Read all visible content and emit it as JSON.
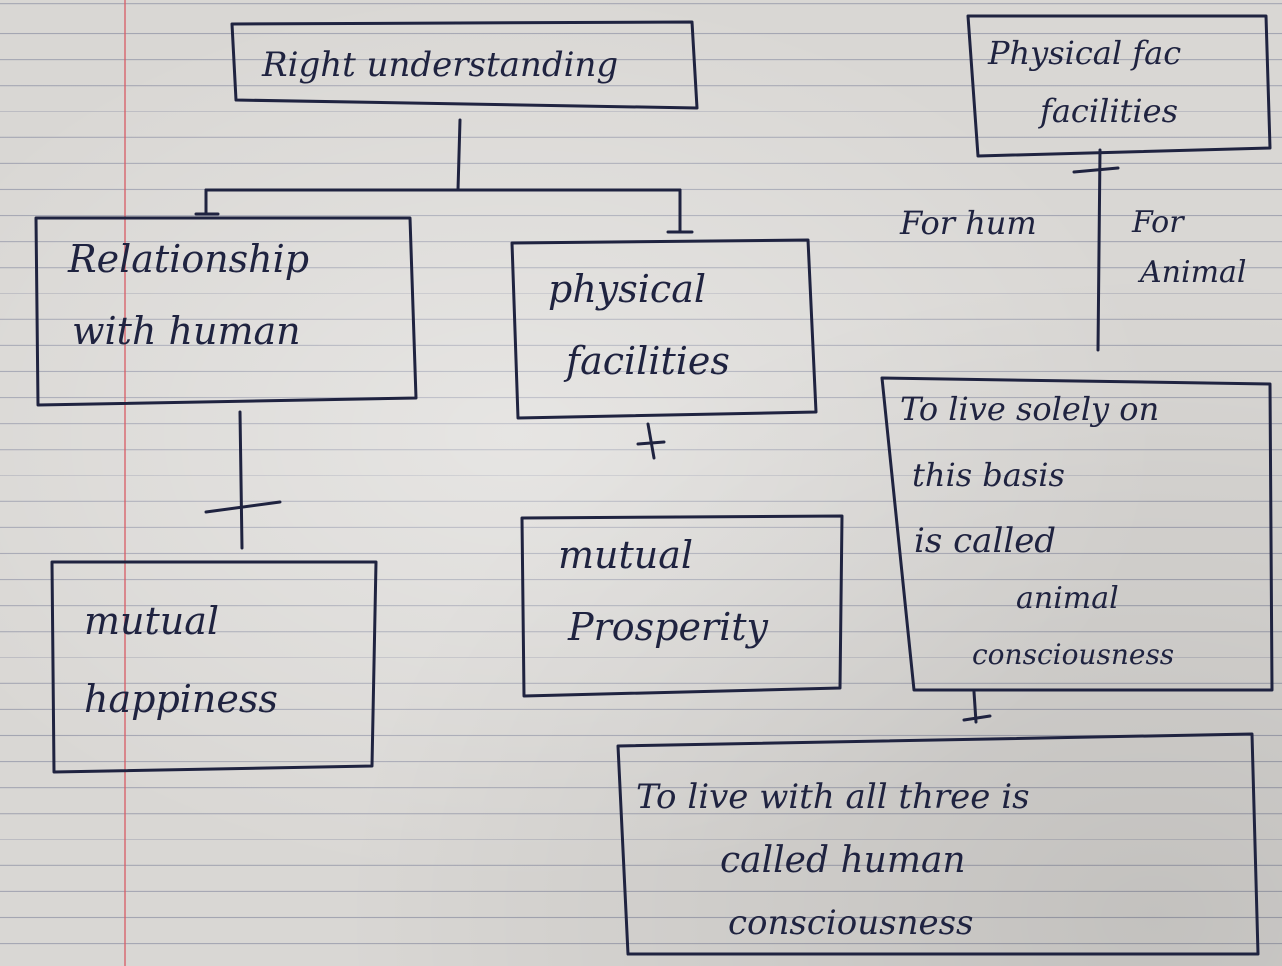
{
  "nodes": {
    "root": {
      "lines": [
        "Right understanding"
      ]
    },
    "relationship": {
      "lines": [
        "Relationship",
        "with human"
      ]
    },
    "physical_left": {
      "lines": [
        "physical",
        "facilities"
      ]
    },
    "mutual_happiness": {
      "lines": [
        "mutual",
        "happiness"
      ]
    },
    "mutual_prosperity": {
      "lines": [
        "mutual",
        "Prosperity"
      ]
    },
    "physical_right": {
      "lines": [
        "Physical fac",
        "facilities"
      ]
    },
    "for_human": {
      "lines": [
        "For hum"
      ]
    },
    "for_animal": {
      "lines": [
        "For",
        "Animal"
      ]
    },
    "animal_consciousness": {
      "lines": [
        "To live solely on",
        "this basis",
        "is called",
        "animal",
        "consciousness"
      ]
    },
    "human_consciousness": {
      "lines": [
        "To live with all three is",
        "called human",
        "consciousness"
      ]
    }
  }
}
